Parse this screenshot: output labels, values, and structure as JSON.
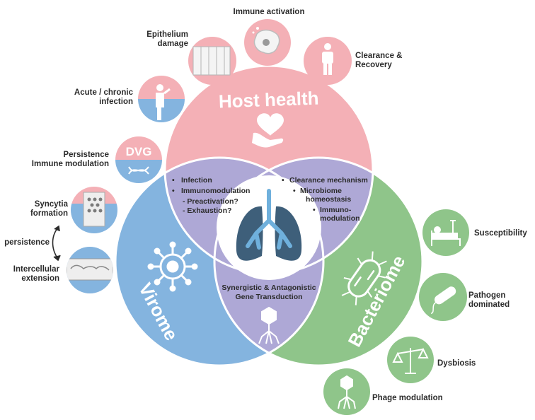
{
  "circles": {
    "host_health": "Host health",
    "virome": "Virome",
    "bacteriome": "Bacteriome"
  },
  "overlaps": {
    "host_virome": {
      "infection": "Infection",
      "immunomodulation": "Immunomodulation",
      "preactivation": "- Preactivation?",
      "exhaustion": "- Exhaustion?"
    },
    "host_bacteriome": {
      "clearance": "Clearance mechanism",
      "microbiome_1": "Microbiome",
      "microbiome_2": "homeostasis",
      "immuno_1": "Immuno-",
      "immuno_2": "modulation"
    },
    "virome_bacteriome": {
      "line1": "Synergistic & Antagonistic",
      "line2": "Gene Transduction"
    }
  },
  "host_satellites": {
    "immune_activation": "Immune activation",
    "epithelium_1": "Epithelium",
    "epithelium_2": "damage",
    "clearance_1": "Clearance &",
    "clearance_2": "Recovery"
  },
  "virome_satellites": {
    "acute_1": "Acute / chronic",
    "acute_2": "infection",
    "persistence_1": "Persistence",
    "persistence_2": "Immune modulation",
    "dvg": "DVG",
    "syncytia_1": "Syncytia",
    "syncytia_2": "formation",
    "persistence_arrow": "persistence",
    "intercellular_1": "Intercellular",
    "intercellular_2": "extension"
  },
  "bacteriome_satellites": {
    "susceptibility": "Susceptibility",
    "pathogen_1": "Pathogen",
    "pathogen_2": "dominated",
    "dysbiosis": "Dysbiosis",
    "phage": "Phage modulation"
  },
  "colors": {
    "pink": "#f4b0b6",
    "blue": "#84b4df",
    "green": "#8fc58a",
    "purple": "#aea8d6",
    "lung": "#3e5f7a",
    "airway": "#6fb0dc"
  }
}
